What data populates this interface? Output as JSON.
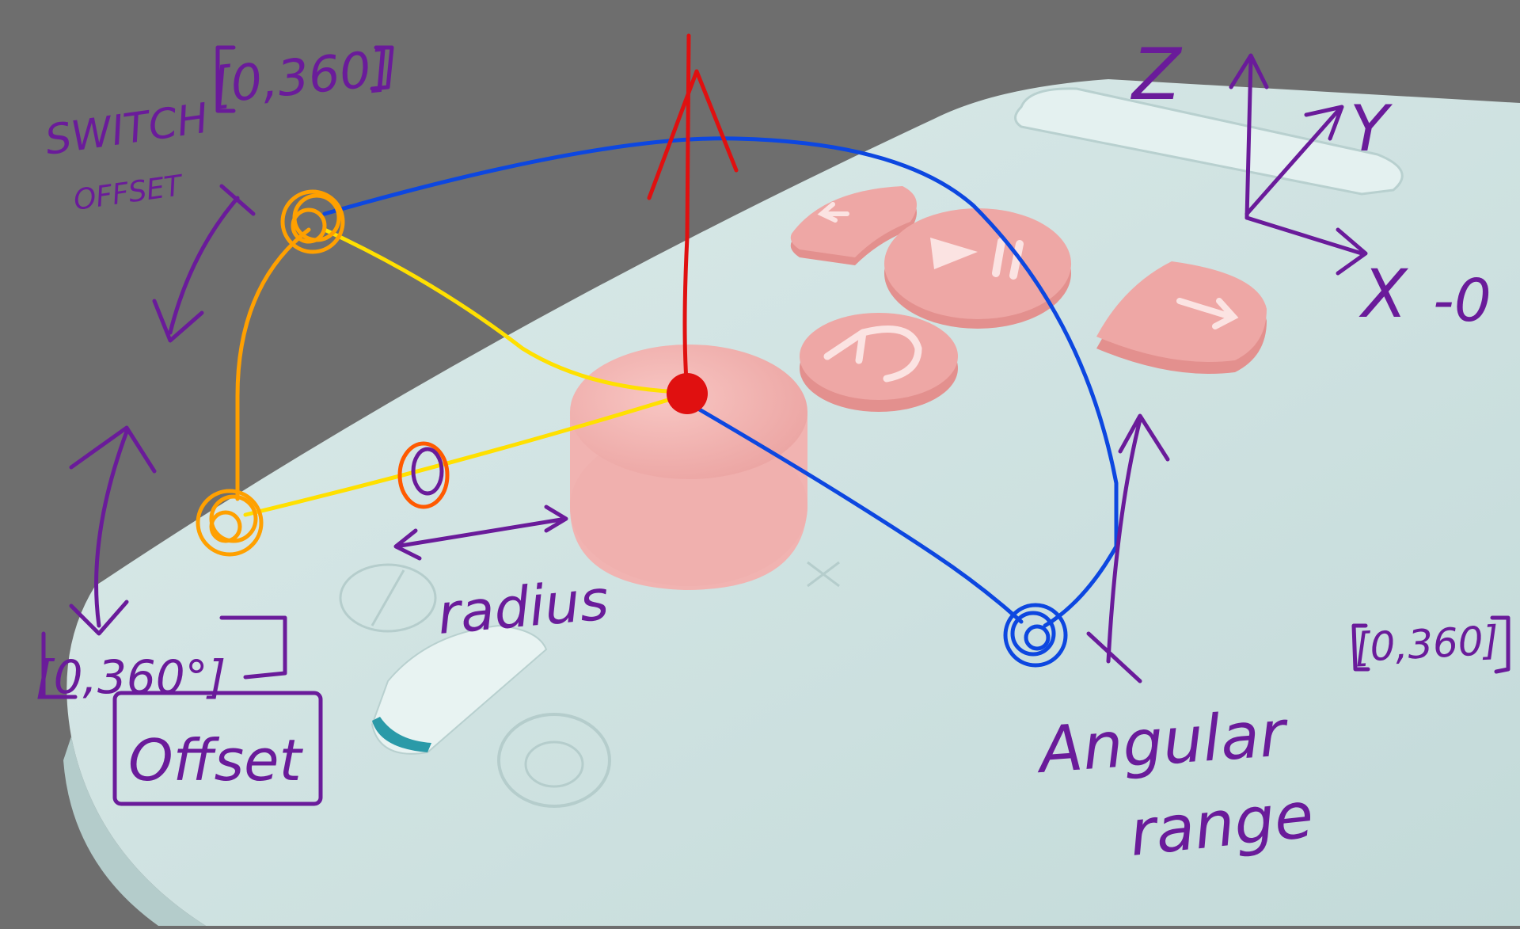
{
  "colors": {
    "background": "#6e6e6e",
    "device_body": "#cfe3e2",
    "buttons": "#eea7a5",
    "knob": "#f3b6b4",
    "annotation_purple": "#6a1b9a",
    "annotation_orange": "#ffa000",
    "annotation_yellow": "#ffe000",
    "annotation_blue": "#0d47e0",
    "annotation_red": "#e01010"
  },
  "annotations": {
    "switch_label_line1": "SWITCH",
    "switch_label_line2": "OFFSET",
    "top_range": "[0,360]",
    "left_range": "[0,360°]",
    "offset_label": "Offset",
    "radius_label": "radius",
    "right_range": "[0,360]",
    "angular_line1": "Angular",
    "angular_line2": "range"
  },
  "axes": {
    "z": "Z",
    "y": "Y",
    "x": "X",
    "x_mark": "-0"
  },
  "icons": {
    "rewind": "rewind-icon",
    "play_pause": "play-pause-icon",
    "replay": "replay-icon",
    "forward": "forward-icon"
  }
}
